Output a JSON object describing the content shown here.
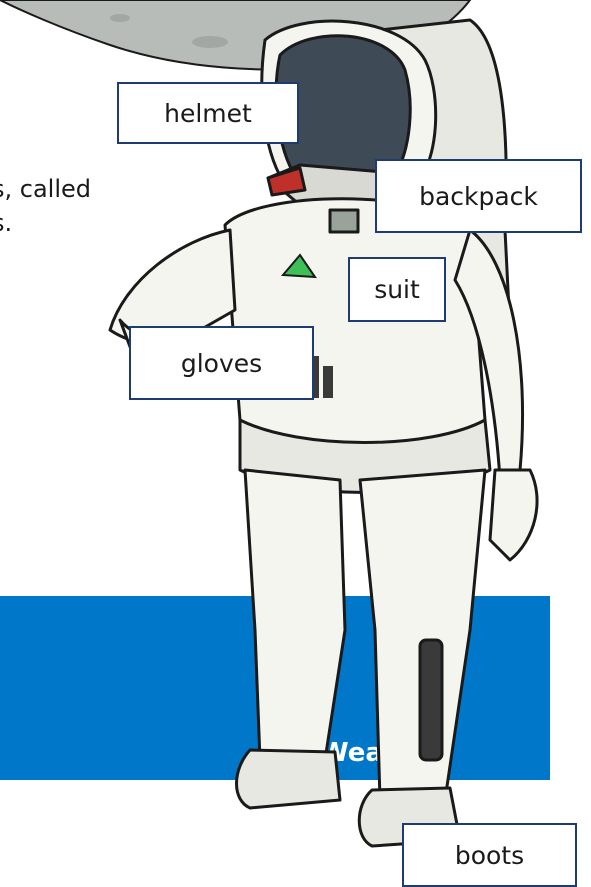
{
  "intro": {
    "line1": "s, called",
    "line2": "s."
  },
  "banner": {
    "title": "Wear?",
    "color": "#0077c8"
  },
  "labels": {
    "helmet": "helmet",
    "backpack": "backpack",
    "suit": "suit",
    "gloves": "gloves",
    "boots": "boots"
  }
}
